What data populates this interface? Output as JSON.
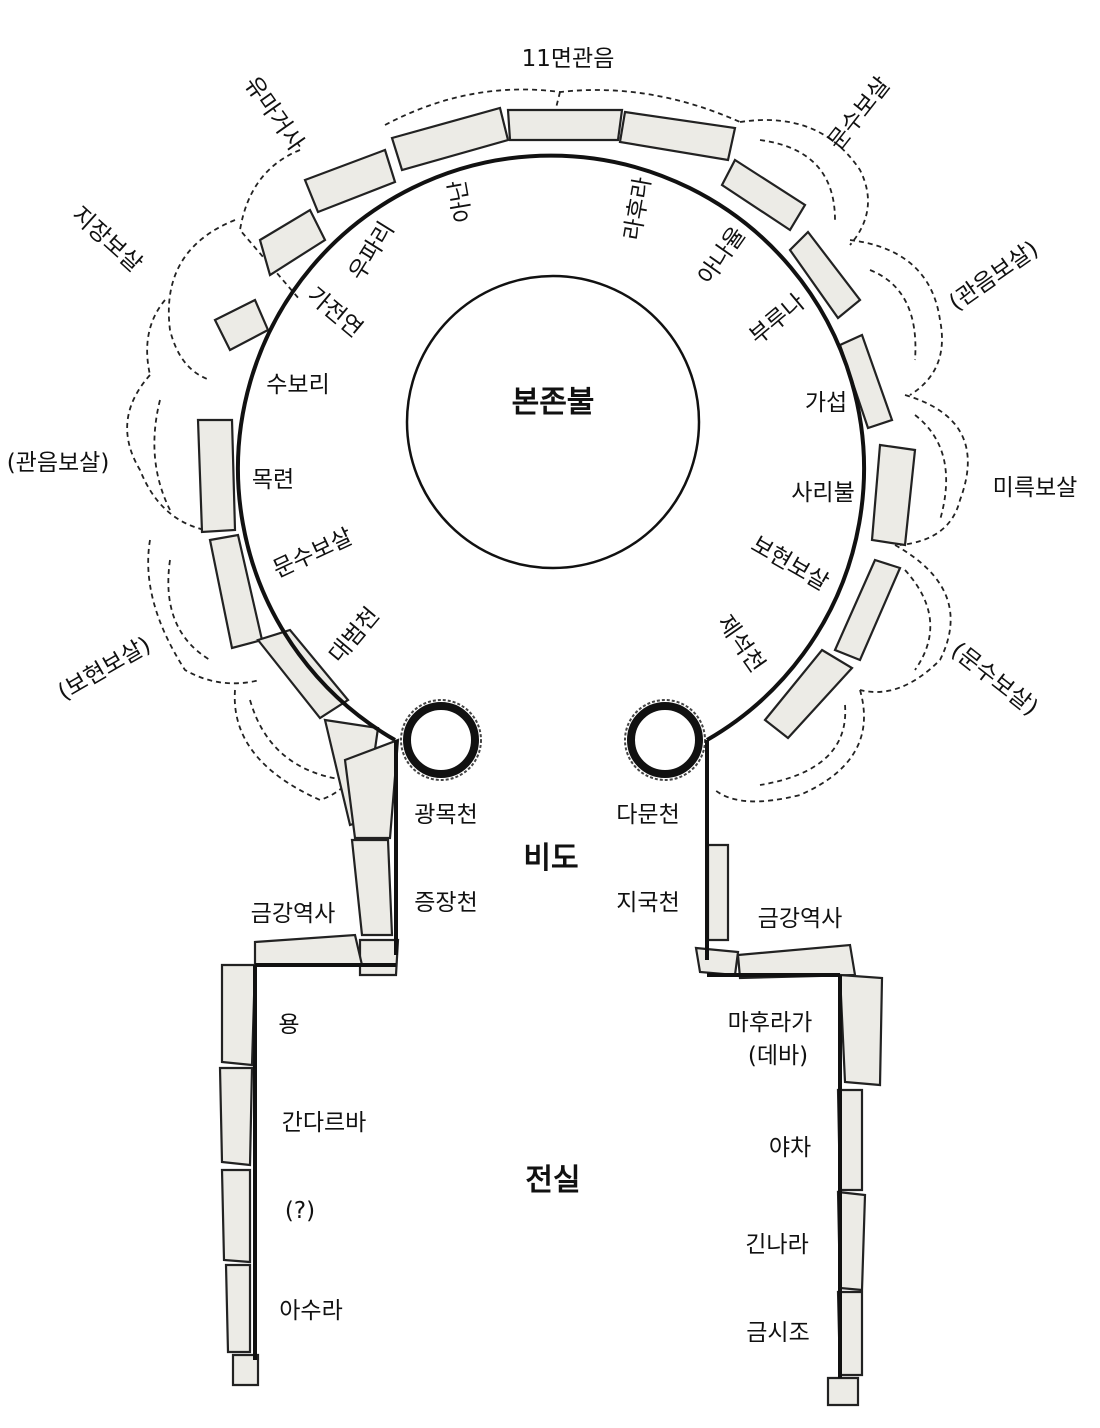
{
  "center": {
    "main_buddha": "본존불",
    "corridor": "비도",
    "antechamber": "전실"
  },
  "top": {
    "eleven_faced_guanyin": "11면관음"
  },
  "outer_niches": {
    "left_1": "유마거사",
    "left_2": "지장보살",
    "left_3": "(관음보살)",
    "left_4": "(보현보살)",
    "right_1": "문수보살",
    "right_2": "(관음보살)",
    "right_3": "미륵보살",
    "right_4": "(문수보살)"
  },
  "inner_wall_left": [
    "아난",
    "우파리",
    "가전연",
    "수보리",
    "목련",
    "문수보살",
    "대범천"
  ],
  "inner_wall_right": [
    "라후라",
    "아나율",
    "부루나",
    "가섭",
    "사리불",
    "보현보살",
    "제석천"
  ],
  "corridor_left": [
    "광목천",
    "증장천"
  ],
  "corridor_right": [
    "다문천",
    "지국천"
  ],
  "vajra_left": "금강역사",
  "vajra_right": "금강역사",
  "antechamber_left": [
    "용",
    "간다르바",
    "(?)",
    "아수라"
  ],
  "antechamber_right": [
    "마후라가",
    "(데바)",
    "야차",
    "긴나라",
    "금시조"
  ]
}
